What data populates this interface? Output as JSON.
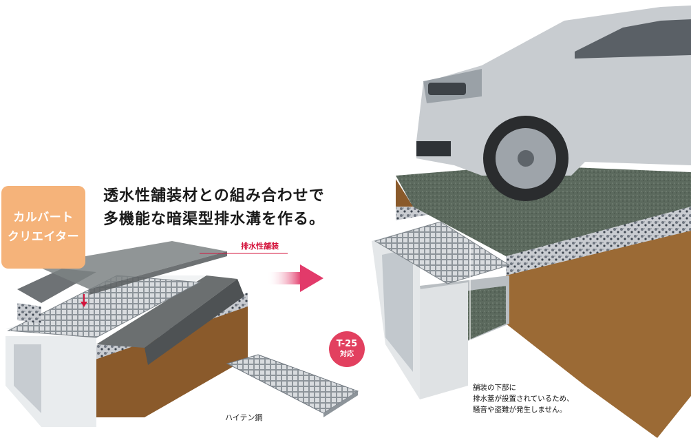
{
  "badge": {
    "line1": "カルバート",
    "line2": "クリエイター"
  },
  "headline": {
    "line1": "透水性舗装材との組み合わせで",
    "line2": "多機能な暗渠型排水溝を作る。"
  },
  "labels": {
    "permeable": "排水性舗装",
    "steel": "ハイテン鋼"
  },
  "t25": {
    "line1": "T-25",
    "line2": "対応"
  },
  "note": {
    "line1": "舗装の下部に",
    "line2": "排水蓋が設置されているため、",
    "line3": "騒音や盗難が発生しません。"
  },
  "colors": {
    "badge": "#f5b37a",
    "accent": "#d4143c",
    "t25": "#e2405f",
    "arrow": "#e23a6a"
  }
}
